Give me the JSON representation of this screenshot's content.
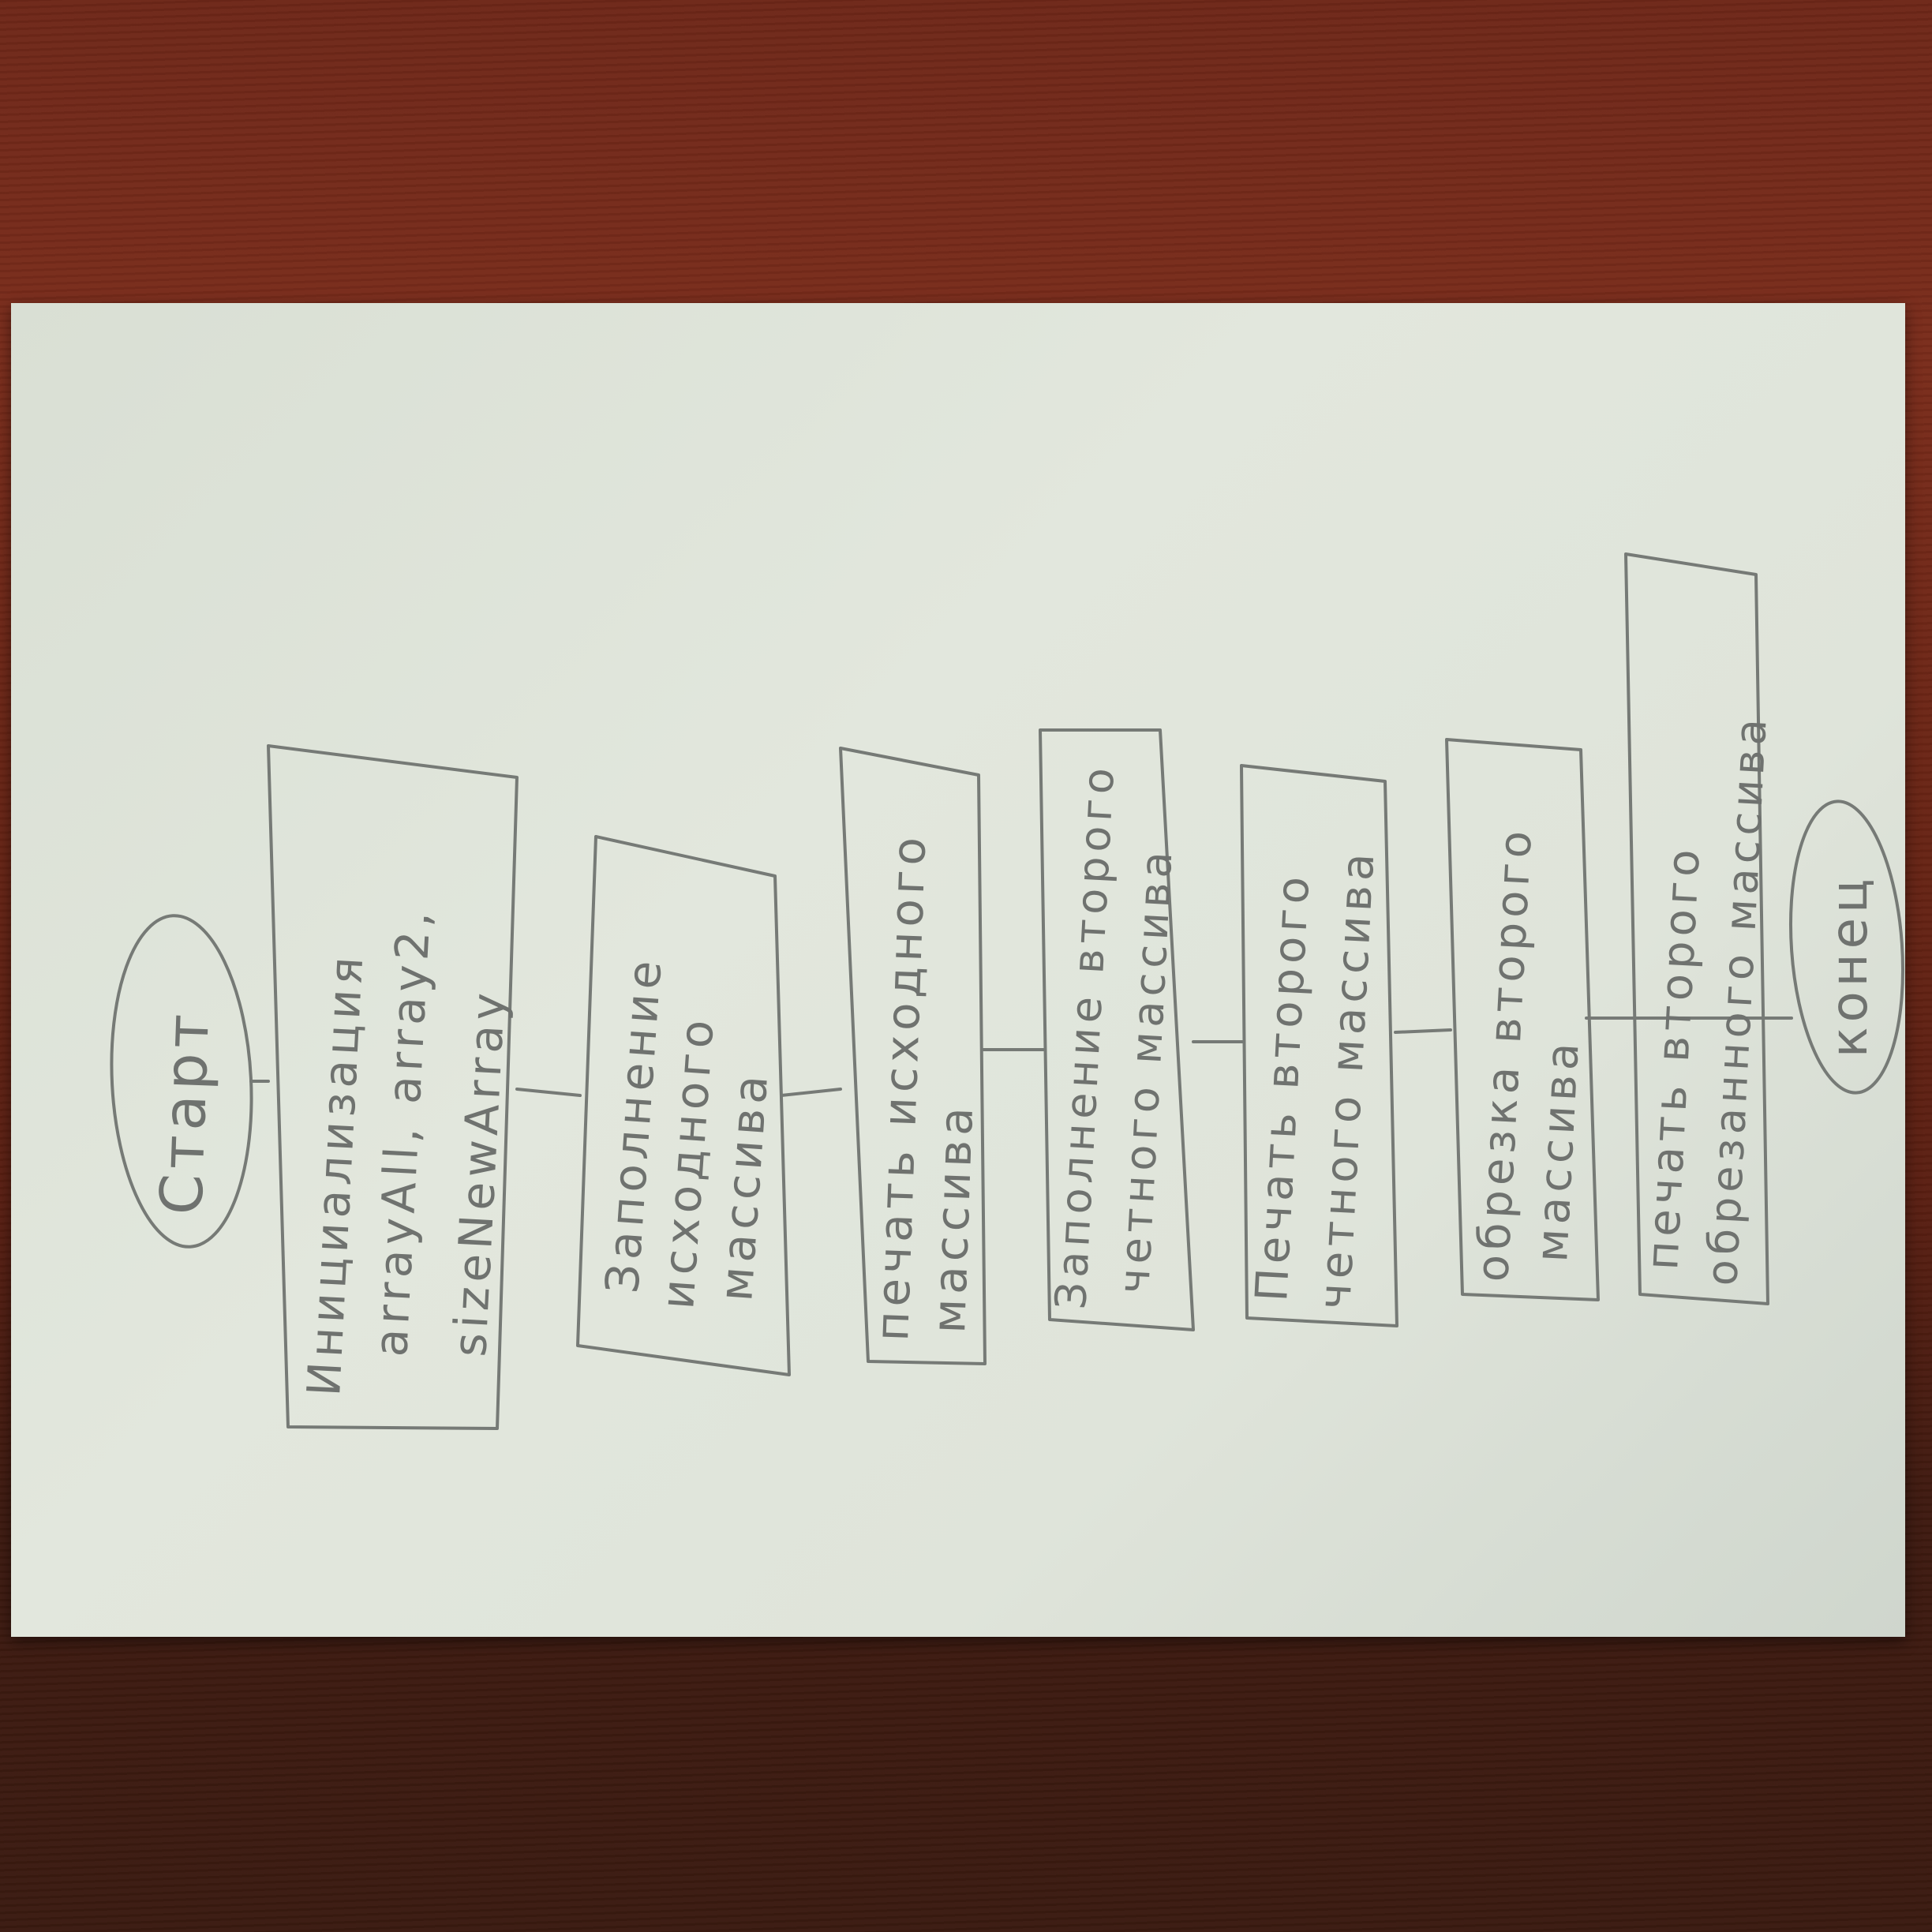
{
  "diagram": {
    "start": "Старт",
    "end": "конец",
    "steps": [
      {
        "lines": [
          "Инициализация",
          "arrayAll, array2,",
          "sizeNewArray"
        ]
      },
      {
        "lines": [
          "Заполнение",
          "исходного",
          "массива"
        ]
      },
      {
        "lines": [
          "печать исходного",
          "массива"
        ]
      },
      {
        "lines": [
          "Заполнение второго",
          "четного массива"
        ]
      },
      {
        "lines": [
          "Печать второго",
          "четного массива"
        ]
      },
      {
        "lines": [
          "обрезка второго",
          "массива"
        ]
      },
      {
        "lines": [
          "печать второго",
          "обрезанного массива"
        ]
      }
    ]
  },
  "colors": {
    "pencil": "#6f726f",
    "paper": "#e0e5db",
    "table": "#6a2515"
  }
}
